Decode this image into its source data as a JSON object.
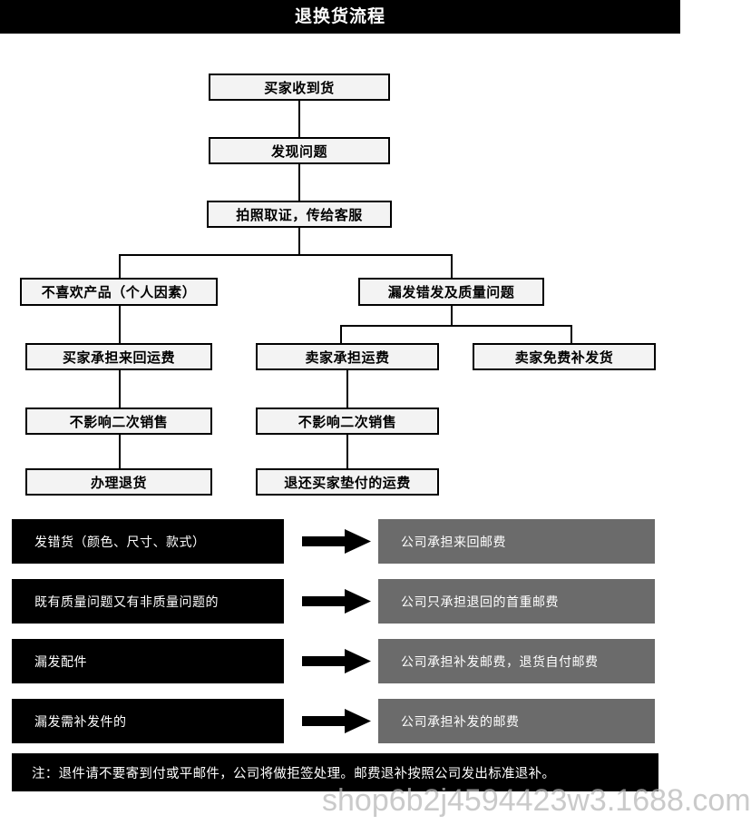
{
  "header": {
    "title": "退换货流程",
    "background_color": "#000000",
    "text_color": "#ffffff"
  },
  "flowchart": {
    "nodes": [
      {
        "id": "n1",
        "label": "买家收到货"
      },
      {
        "id": "n2",
        "label": "发现问题"
      },
      {
        "id": "n3",
        "label": "拍照取证，传给客服"
      },
      {
        "id": "n4",
        "label": "不喜欢产品（个人因素）"
      },
      {
        "id": "n5",
        "label": "漏发错发及质量问题"
      },
      {
        "id": "n6",
        "label": "买家承担来回运费"
      },
      {
        "id": "n7",
        "label": "卖家承担运费"
      },
      {
        "id": "n8",
        "label": "卖家免费补发货"
      },
      {
        "id": "n9",
        "label": "不影响二次销售"
      },
      {
        "id": "n10",
        "label": "不影响二次销售"
      },
      {
        "id": "n11",
        "label": "办理退货"
      },
      {
        "id": "n12",
        "label": "退还买家垫付的运费"
      }
    ],
    "box_fill": "#f3f3f3",
    "box_border": "#000000"
  },
  "matrix": {
    "arrow_color": "#000000",
    "cause_background": "#000000",
    "result_background": "#6b6b6b",
    "rows": [
      {
        "cause": "发错货（颜色、尺寸、款式）",
        "result": "公司承担来回邮费"
      },
      {
        "cause": "既有质量问题又有非质量问题的",
        "result": "公司只承担退回的首重邮费"
      },
      {
        "cause": "漏发配件",
        "result": "公司承担补发邮费，退货自付邮费"
      },
      {
        "cause": "漏发需补发件的",
        "result": "公司承担补发的邮费"
      }
    ]
  },
  "note": {
    "text": "注：退件请不要寄到付或平邮件，公司将做拒签处理。邮费退补按照公司发出标准退补。"
  },
  "watermark": {
    "text": "shop6b2j4594423w3.1688.com",
    "color": "#b9b9b9"
  }
}
